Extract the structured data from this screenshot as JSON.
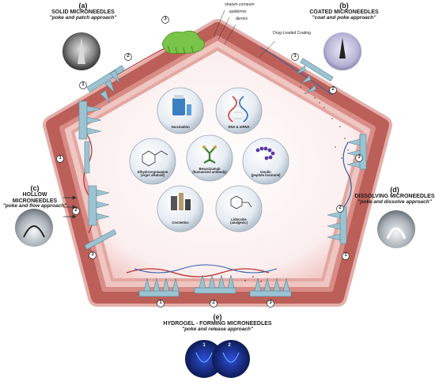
{
  "panels": {
    "a": {
      "label": "(a)",
      "title": "SOLID MICRONEEDLES",
      "subtitle": "\"poke and patch approach\""
    },
    "b": {
      "label": "(b)",
      "title": "COATED MICRONEEDLES",
      "subtitle": "\"coat and poke approach\""
    },
    "c": {
      "label": "(c)",
      "title": "HOLLOW MICRONEEDLES",
      "subtitle": "\"poke and flow approach\""
    },
    "d": {
      "label": "(d)",
      "title": "DISSOLVING MICRONEEDLES",
      "subtitle": "\"poke and dissolve approach\""
    },
    "e": {
      "label": "(e)",
      "title": "HYDROGEL - FORMING MICRONEEDLES",
      "subtitle": "\"poke and release approach\""
    }
  },
  "skin_layers": [
    "stratum corneum",
    "epidermis",
    "dermis"
  ],
  "coating_label": "Drug-Loaded Coating",
  "center_items": [
    {
      "name": "Vaccination"
    },
    {
      "name": "DNA & mRNA"
    },
    {
      "name": "Dihydroergotamine",
      "note": "(ergot alkaloid)"
    },
    {
      "name": "Bevacizumab",
      "note": "(humanized antibody)"
    },
    {
      "name": "Insulin",
      "note": "(peptide hormone)"
    },
    {
      "name": "Cosmetics"
    },
    {
      "name": "Lidocaine",
      "note": "(analgesic)"
    }
  ],
  "step_numbers": {
    "one": "1",
    "two": "2",
    "three": "3"
  },
  "colors": {
    "skin_outer": "#e9b7b3",
    "skin_mid": "#c56a6a",
    "dermis": "#a23c35",
    "needle": "#8fb8c8",
    "accent_green": "#7bc44a",
    "bubble": "#eef3f8"
  }
}
